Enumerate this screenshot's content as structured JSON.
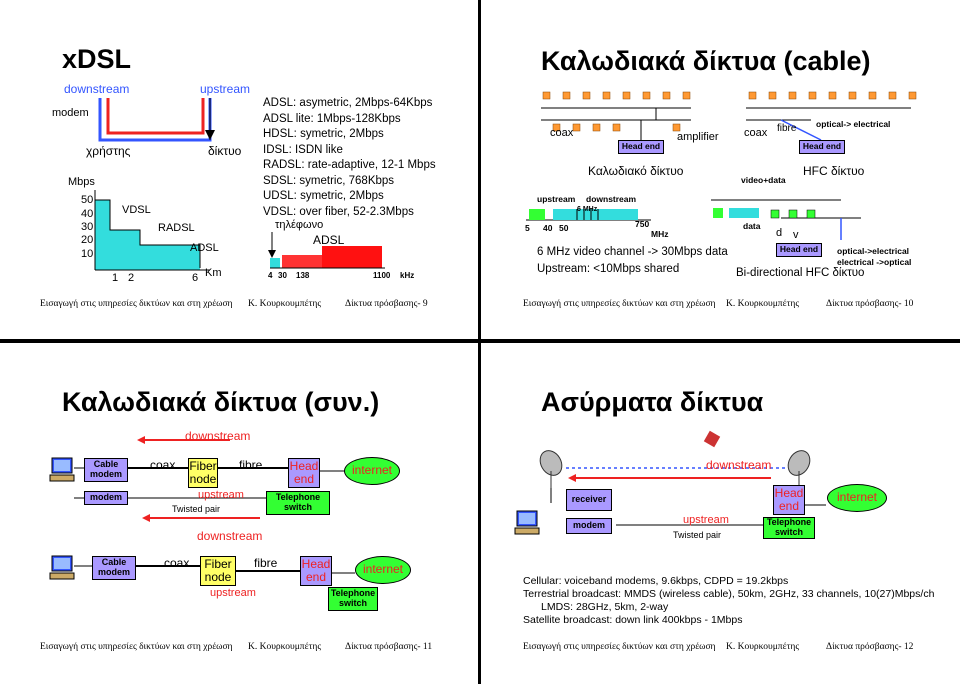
{
  "slides": [
    {
      "title": "xDSL",
      "footer": {
        "left": "Εισαγωγή στις υπηρεσίες δικτύων και στη χρέωση",
        "center": "Κ. Κουρκουμπέτης",
        "right": "Δίκτυα πρόσβασης- 9"
      },
      "downstream": "downstream",
      "upstream": "upstream",
      "modem": "modem",
      "user": "χρήστης",
      "network": "δίκτυο",
      "mbps": "Mbps",
      "yticks": [
        "50",
        "40",
        "30",
        "20",
        "10"
      ],
      "xticks": [
        "1",
        "2",
        "6"
      ],
      "km": "Km",
      "vdsl": "VDSL",
      "radsl": "RADSL",
      "adsl_small": "ADSL",
      "dsl_list": [
        "ADSL: asymetric, 2Mbps-64Kbps",
        "ADSL lite: 1Mbps-128Kbps",
        "HDSL: symetric, 2Mbps",
        "IDSL: ISDN like",
        "RADSL: rate-adaptive, 12-1 Mbps",
        "SDSL: symetric, 768Kbps",
        "UDSL: symetric, 2Mbps",
        "VDSL: over fiber, 52-2.3Mbps"
      ],
      "phone": "τηλέφωνο",
      "adsl": "ADSL",
      "freq_ticks": [
        "4",
        "30",
        "138",
        "1100"
      ],
      "khz": "kHz"
    },
    {
      "title": "Καλωδιακά δίκτυα (cable)",
      "footer": {
        "left": "Εισαγωγή στις υπηρεσίες δικτύων και στη χρέωση",
        "center": "Κ. Κουρκουμπέτης",
        "right": "Δίκτυα πρόσβασης- 10"
      },
      "coax": "coax",
      "head_end": "Head end",
      "amplifier": "amplifier",
      "cable_net": "Καλωδιακό δίκτυο",
      "upstream": "upstream",
      "downstream": "downstream",
      "six_mhz": "6 MHz",
      "freq_ticks": [
        "5",
        "40",
        "50",
        "750"
      ],
      "mhz": "MHz",
      "note1": "6 MHz video channel -> 30Mbps data",
      "note2": "Upstream: <10Mbps shared",
      "coax2": "coax",
      "fibre": "fibre",
      "optical_electrical": "optical-> electrical",
      "head_end2": "Head end",
      "hfc": "HFC δίκτυο",
      "video_data": "video+data",
      "data": "data",
      "d": "d",
      "v": "v",
      "head_end3": "Head end",
      "opt_el": "optical->electrical",
      "el_opt": "electrical ->optical",
      "bidir": "Bi-directional HFC δίκτυο"
    },
    {
      "title": "Καλωδιακά δίκτυα (συν.)",
      "footer": {
        "left": "Εισαγωγή στις υπηρεσίες δικτύων και στη χρέωση",
        "center": "Κ. Κουρκουμπέτης",
        "right": "Δίκτυα πρόσβασης- 11"
      },
      "downstream_top": "downstream",
      "cable_modem": "Cable modem",
      "modem": "modem",
      "coax": "coax",
      "fiber_node": "Fiber node",
      "fibre": "fibre",
      "head_end": "Head end",
      "internet": "internet",
      "upstream": "upstream",
      "twisted_pair": "Twisted pair",
      "telephone_switch": "Telephone switch",
      "downstream_bottom": "downstream",
      "cable_modem2": "Cable modem",
      "coax2": "coax",
      "fiber_node2": "Fiber node",
      "fibre2": "fibre",
      "head_end2": "Head end",
      "internet2": "internet",
      "upstream2": "upstream",
      "telephone_switch2": "Telephone switch"
    },
    {
      "title": "Ασύρματα δίκτυα",
      "footer": {
        "left": "Εισαγωγή στις υπηρεσίες δικτύων και στη χρέωση",
        "center": "Κ. Κουρκουμπέτης",
        "right": "Δίκτυα πρόσβασης- 12"
      },
      "downstream": "downstream",
      "receiver": "receiver",
      "modem": "modem",
      "upstream": "upstream",
      "twisted_pair": "Twisted pair",
      "head_end": "Head end",
      "telephone_switch": "Telephone switch",
      "internet": "internet",
      "bullets": [
        "Cellular: voiceband modems, 9.6kbps, CDPD = 19.2kbps",
        "Terrestrial broadcast: MMDS (wireless cable), 50km, 2GHz, 33 channels, 10(27)Mbps/ch",
        "LMDS: 28GHz, 5km, 2-way",
        "Satellite broadcast: down link 400kbps - 1Mbps"
      ]
    }
  ],
  "colors": {
    "blue": "#3355ff",
    "red": "#ee2222",
    "cyan": "#33dddd",
    "yellow": "#ffff66",
    "green": "#33ff33",
    "violet": "#aa99ff",
    "orange": "#ff9933"
  }
}
